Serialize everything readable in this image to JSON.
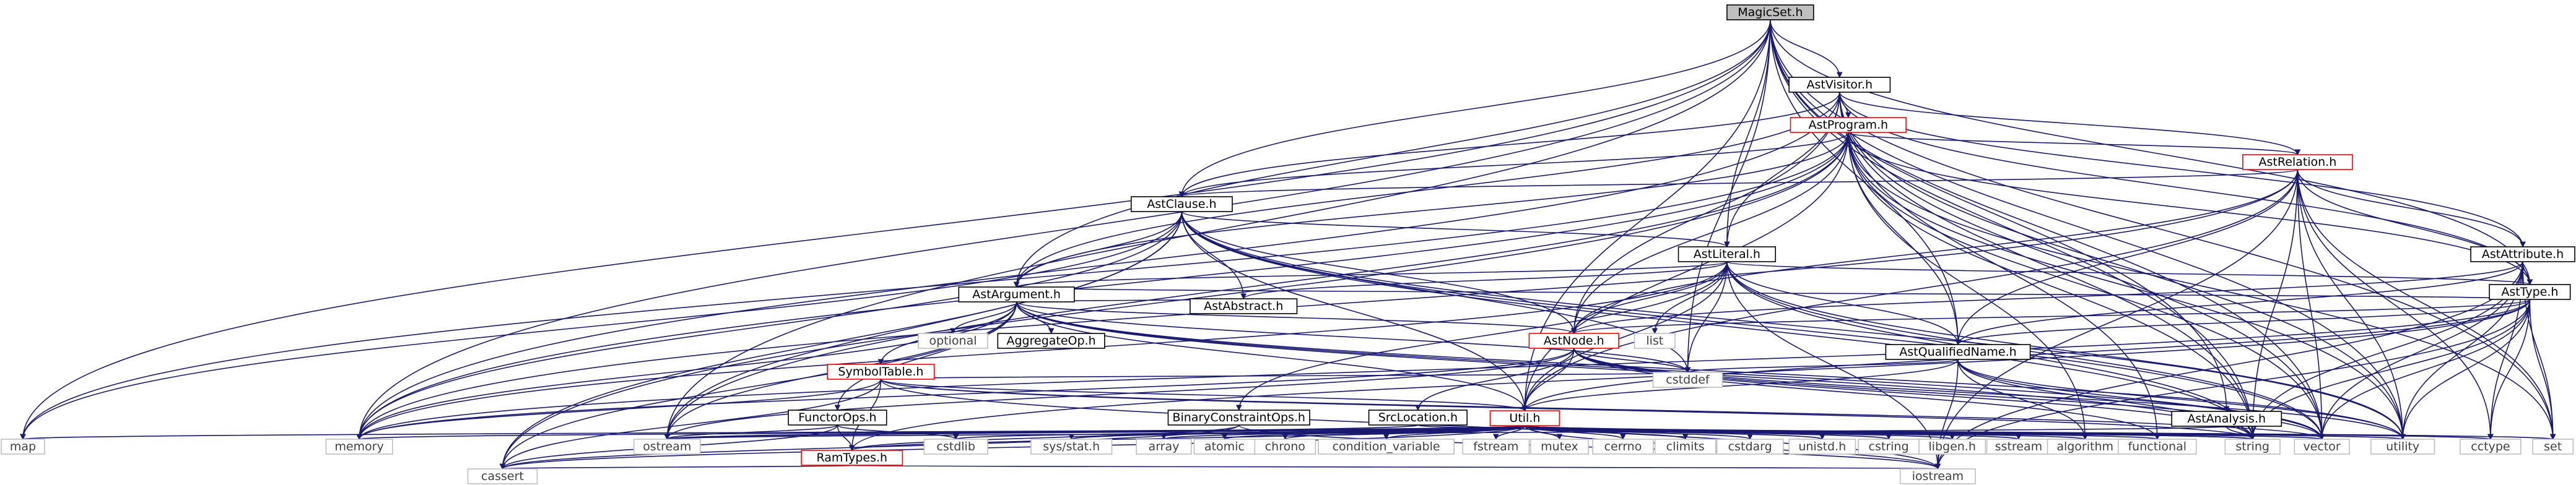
{
  "graph_kind": "include-dependency-graph",
  "colors": {
    "edge": "#191970",
    "node_border_normal": "#000000",
    "node_border_red": "#ff0000",
    "node_border_gray": "#bfbfbf",
    "node_fill_root": "#bfbfbf",
    "text_normal": "#000000",
    "text_gray": "#404040"
  },
  "nodes": [
    {
      "id": "magicset",
      "label": "MagicSet.h",
      "style": "root"
    },
    {
      "id": "astvisitor",
      "label": "AstVisitor.h",
      "style": "normal"
    },
    {
      "id": "astprogram",
      "label": "AstProgram.h",
      "style": "red"
    },
    {
      "id": "astrelation",
      "label": "AstRelation.h",
      "style": "red"
    },
    {
      "id": "astclause",
      "label": "AstClause.h",
      "style": "normal"
    },
    {
      "id": "astliteral",
      "label": "AstLiteral.h",
      "style": "normal"
    },
    {
      "id": "astattribute",
      "label": "AstAttribute.h",
      "style": "normal"
    },
    {
      "id": "astargument",
      "label": "AstArgument.h",
      "style": "normal"
    },
    {
      "id": "asttype",
      "label": "AstType.h",
      "style": "normal"
    },
    {
      "id": "astnode",
      "label": "AstNode.h",
      "style": "red"
    },
    {
      "id": "astqualifiedname",
      "label": "AstQualifiedName.h",
      "style": "normal"
    },
    {
      "id": "symboltable",
      "label": "SymbolTable.h",
      "style": "red"
    },
    {
      "id": "functorops",
      "label": "FunctorOps.h",
      "style": "normal"
    },
    {
      "id": "binaryconstraintops",
      "label": "BinaryConstraintOps.h",
      "style": "normal"
    },
    {
      "id": "srclocation",
      "label": "SrcLocation.h",
      "style": "normal"
    },
    {
      "id": "utilh",
      "label": "Util.h",
      "style": "red"
    },
    {
      "id": "ramtypes",
      "label": "RamTypes.h",
      "style": "red"
    },
    {
      "id": "astanalysis",
      "label": "AstAnalysis.h",
      "style": "normal"
    },
    {
      "id": "astabstract",
      "label": "AstAbstract.h",
      "style": "normal"
    },
    {
      "id": "aggregateop",
      "label": "AggregateOp.h",
      "style": "normal"
    },
    {
      "id": "optional",
      "label": "optional",
      "style": "gray"
    },
    {
      "id": "list",
      "label": "list",
      "style": "gray"
    },
    {
      "id": "cstddef",
      "label": "cstddef",
      "style": "gray"
    },
    {
      "id": "map",
      "label": "map",
      "style": "gray"
    },
    {
      "id": "memory",
      "label": "memory",
      "style": "gray"
    },
    {
      "id": "cassert",
      "label": "cassert",
      "style": "gray"
    },
    {
      "id": "ostream",
      "label": "ostream",
      "style": "gray"
    },
    {
      "id": "cstdlib",
      "label": "cstdlib",
      "style": "gray"
    },
    {
      "id": "iostream",
      "label": "iostream",
      "style": "gray"
    },
    {
      "id": "sysstat",
      "label": "sys/stat.h",
      "style": "gray"
    },
    {
      "id": "array",
      "label": "array",
      "style": "gray"
    },
    {
      "id": "atomic",
      "label": "atomic",
      "style": "gray"
    },
    {
      "id": "chrono",
      "label": "chrono",
      "style": "gray"
    },
    {
      "id": "condvar",
      "label": "condition_variable",
      "style": "gray"
    },
    {
      "id": "fstream",
      "label": "fstream",
      "style": "gray"
    },
    {
      "id": "mutex",
      "label": "mutex",
      "style": "gray"
    },
    {
      "id": "cerrno",
      "label": "cerrno",
      "style": "gray"
    },
    {
      "id": "climits",
      "label": "climits",
      "style": "gray"
    },
    {
      "id": "cstdarg",
      "label": "cstdarg",
      "style": "gray"
    },
    {
      "id": "unistd",
      "label": "unistd.h",
      "style": "gray"
    },
    {
      "id": "cstring",
      "label": "cstring",
      "style": "gray"
    },
    {
      "id": "libgen",
      "label": "libgen.h",
      "style": "gray"
    },
    {
      "id": "sstream",
      "label": "sstream",
      "style": "gray"
    },
    {
      "id": "algorithm",
      "label": "algorithm",
      "style": "gray"
    },
    {
      "id": "functional",
      "label": "functional",
      "style": "gray"
    },
    {
      "id": "string",
      "label": "string",
      "style": "gray"
    },
    {
      "id": "vector",
      "label": "vector",
      "style": "gray"
    },
    {
      "id": "utility",
      "label": "utility",
      "style": "gray"
    },
    {
      "id": "cctype",
      "label": "cctype",
      "style": "gray"
    },
    {
      "id": "set",
      "label": "set",
      "style": "gray"
    }
  ],
  "edges": [
    [
      "magicset",
      "astvisitor"
    ],
    [
      "magicset",
      "astclause"
    ],
    [
      "magicset",
      "astargument"
    ],
    [
      "magicset",
      "astliteral"
    ],
    [
      "magicset",
      "astqualifiedname"
    ],
    [
      "magicset",
      "utilh"
    ],
    [
      "magicset",
      "asttype"
    ],
    [
      "magicset",
      "astanalysis"
    ],
    [
      "magicset",
      "cstddef"
    ],
    [
      "magicset",
      "map"
    ],
    [
      "magicset",
      "memory"
    ],
    [
      "magicset",
      "ostream"
    ],
    [
      "magicset",
      "set"
    ],
    [
      "magicset",
      "string"
    ],
    [
      "magicset",
      "utility"
    ],
    [
      "magicset",
      "vector"
    ],
    [
      "astvisitor",
      "astprogram"
    ],
    [
      "astvisitor",
      "astrelation"
    ],
    [
      "astvisitor",
      "astclause"
    ],
    [
      "astvisitor",
      "astliteral"
    ],
    [
      "astvisitor",
      "astattribute"
    ],
    [
      "astvisitor",
      "astargument"
    ],
    [
      "astvisitor",
      "asttype"
    ],
    [
      "astvisitor",
      "astnode"
    ],
    [
      "astvisitor",
      "functional"
    ],
    [
      "astvisitor",
      "memory"
    ],
    [
      "astvisitor",
      "string"
    ],
    [
      "astvisitor",
      "vector"
    ],
    [
      "astvisitor",
      "utility"
    ],
    [
      "astprogram",
      "astrelation"
    ],
    [
      "astprogram",
      "astclause"
    ],
    [
      "astprogram",
      "astargument"
    ],
    [
      "astprogram",
      "astnode"
    ],
    [
      "astprogram",
      "asttype"
    ],
    [
      "astprogram",
      "astqualifiedname"
    ],
    [
      "astprogram",
      "utilh"
    ],
    [
      "astprogram",
      "algorithm"
    ],
    [
      "astprogram",
      "cassert"
    ],
    [
      "astprogram",
      "map"
    ],
    [
      "astprogram",
      "memory"
    ],
    [
      "astprogram",
      "ostream"
    ],
    [
      "astprogram",
      "set"
    ],
    [
      "astprogram",
      "string"
    ],
    [
      "astprogram",
      "utility"
    ],
    [
      "astprogram",
      "vector"
    ],
    [
      "astrelation",
      "astclause"
    ],
    [
      "astrelation",
      "astattribute"
    ],
    [
      "astrelation",
      "astnode"
    ],
    [
      "astrelation",
      "asttype"
    ],
    [
      "astrelation",
      "astqualifiedname"
    ],
    [
      "astrelation",
      "utilh"
    ],
    [
      "astrelation",
      "cctype"
    ],
    [
      "astrelation",
      "iostream"
    ],
    [
      "astrelation",
      "memory"
    ],
    [
      "astrelation",
      "set"
    ],
    [
      "astrelation",
      "string"
    ],
    [
      "astrelation",
      "utility"
    ],
    [
      "astrelation",
      "vector"
    ],
    [
      "astclause",
      "astargument"
    ],
    [
      "astclause",
      "astliteral"
    ],
    [
      "astclause",
      "astabstract"
    ],
    [
      "astclause",
      "astnode"
    ],
    [
      "astclause",
      "utilh"
    ],
    [
      "astclause",
      "cassert"
    ],
    [
      "astclause",
      "cstddef"
    ],
    [
      "astclause",
      "map"
    ],
    [
      "astclause",
      "memory"
    ],
    [
      "astclause",
      "ostream"
    ],
    [
      "astclause",
      "string"
    ],
    [
      "astclause",
      "utility"
    ],
    [
      "astclause",
      "vector"
    ],
    [
      "astliteral",
      "astargument"
    ],
    [
      "astliteral",
      "astabstract"
    ],
    [
      "astliteral",
      "astnode"
    ],
    [
      "astliteral",
      "asttype"
    ],
    [
      "astliteral",
      "astqualifiedname"
    ],
    [
      "astliteral",
      "binaryconstraintops"
    ],
    [
      "astliteral",
      "utilh"
    ],
    [
      "astliteral",
      "list"
    ],
    [
      "astliteral",
      "cstddef"
    ],
    [
      "astliteral",
      "iostream"
    ],
    [
      "astliteral",
      "memory"
    ],
    [
      "astliteral",
      "string"
    ],
    [
      "astliteral",
      "utility"
    ],
    [
      "astliteral",
      "vector"
    ],
    [
      "astattribute",
      "asttype"
    ],
    [
      "astattribute",
      "astnode"
    ],
    [
      "astattribute",
      "astqualifiedname"
    ],
    [
      "astattribute",
      "cctype"
    ],
    [
      "astattribute",
      "iostream"
    ],
    [
      "astattribute",
      "set"
    ],
    [
      "astattribute",
      "string"
    ],
    [
      "astattribute",
      "utility"
    ],
    [
      "astattribute",
      "vector"
    ],
    [
      "astargument",
      "astabstract"
    ],
    [
      "astargument",
      "aggregateop"
    ],
    [
      "astargument",
      "functorops"
    ],
    [
      "astargument",
      "symboltable"
    ],
    [
      "astargument",
      "astnode"
    ],
    [
      "astargument",
      "asttype"
    ],
    [
      "astargument",
      "utilh"
    ],
    [
      "astargument",
      "optional"
    ],
    [
      "astargument",
      "cstddef"
    ],
    [
      "astargument",
      "memory"
    ],
    [
      "astargument",
      "ostream"
    ],
    [
      "astargument",
      "string"
    ],
    [
      "astargument",
      "utility"
    ],
    [
      "astargument",
      "vector"
    ],
    [
      "astargument",
      "cassert"
    ],
    [
      "asttype",
      "astnode"
    ],
    [
      "asttype",
      "astqualifiedname"
    ],
    [
      "asttype",
      "ramtypes"
    ],
    [
      "asttype",
      "utilh"
    ],
    [
      "asttype",
      "iostream"
    ],
    [
      "asttype",
      "memory"
    ],
    [
      "asttype",
      "set"
    ],
    [
      "asttype",
      "string"
    ],
    [
      "asttype",
      "utility"
    ],
    [
      "asttype",
      "vector"
    ],
    [
      "asttype",
      "cctype"
    ],
    [
      "astnode",
      "srclocation"
    ],
    [
      "astnode",
      "utilh"
    ],
    [
      "astnode",
      "cstddef"
    ],
    [
      "astnode",
      "functional"
    ],
    [
      "astnode",
      "memory"
    ],
    [
      "astnode",
      "ostream"
    ],
    [
      "astnode",
      "string"
    ],
    [
      "astnode",
      "vector"
    ],
    [
      "astnode",
      "utility"
    ],
    [
      "astqualifiedname",
      "utilh"
    ],
    [
      "astqualifiedname",
      "algorithm"
    ],
    [
      "astqualifiedname",
      "cstddef"
    ],
    [
      "astqualifiedname",
      "iostream"
    ],
    [
      "astqualifiedname",
      "string"
    ],
    [
      "astqualifiedname",
      "utility"
    ],
    [
      "astqualifiedname",
      "vector"
    ],
    [
      "symboltable",
      "utilh"
    ],
    [
      "symboltable",
      "ramtypes"
    ],
    [
      "symboltable",
      "cstddef"
    ],
    [
      "symboltable",
      "iostream"
    ],
    [
      "symboltable",
      "memory"
    ],
    [
      "symboltable",
      "string"
    ],
    [
      "symboltable",
      "vector"
    ],
    [
      "symboltable",
      "cassert"
    ],
    [
      "functorops",
      "ramtypes"
    ],
    [
      "functorops",
      "cassert"
    ],
    [
      "functorops",
      "cstdlib"
    ],
    [
      "functorops",
      "ostream"
    ],
    [
      "binaryconstraintops",
      "ramtypes"
    ],
    [
      "binaryconstraintops",
      "iostream"
    ],
    [
      "binaryconstraintops",
      "cassert"
    ],
    [
      "srclocation",
      "ostream"
    ],
    [
      "srclocation",
      "string"
    ],
    [
      "utilh",
      "ramtypes"
    ],
    [
      "utilh",
      "sysstat"
    ],
    [
      "utilh",
      "array"
    ],
    [
      "utilh",
      "atomic"
    ],
    [
      "utilh",
      "chrono"
    ],
    [
      "utilh",
      "condvar"
    ],
    [
      "utilh",
      "fstream"
    ],
    [
      "utilh",
      "mutex"
    ],
    [
      "utilh",
      "cerrno"
    ],
    [
      "utilh",
      "climits"
    ],
    [
      "utilh",
      "cstdarg"
    ],
    [
      "utilh",
      "unistd"
    ],
    [
      "utilh",
      "cstring"
    ],
    [
      "utilh",
      "libgen"
    ],
    [
      "utilh",
      "sstream"
    ],
    [
      "utilh",
      "algorithm"
    ],
    [
      "utilh",
      "functional"
    ],
    [
      "utilh",
      "string"
    ],
    [
      "utilh",
      "vector"
    ],
    [
      "utilh",
      "utility"
    ],
    [
      "utilh",
      "cctype"
    ],
    [
      "utilh",
      "set"
    ],
    [
      "utilh",
      "map"
    ],
    [
      "utilh",
      "memory"
    ],
    [
      "utilh",
      "ostream"
    ],
    [
      "utilh",
      "iostream"
    ],
    [
      "utilh",
      "cassert"
    ],
    [
      "utilh",
      "cstdlib"
    ],
    [
      "ramtypes",
      "cassert"
    ],
    [
      "ramtypes",
      "iostream"
    ],
    [
      "astanalysis",
      "ostream"
    ],
    [
      "astanalysis",
      "string"
    ]
  ]
}
